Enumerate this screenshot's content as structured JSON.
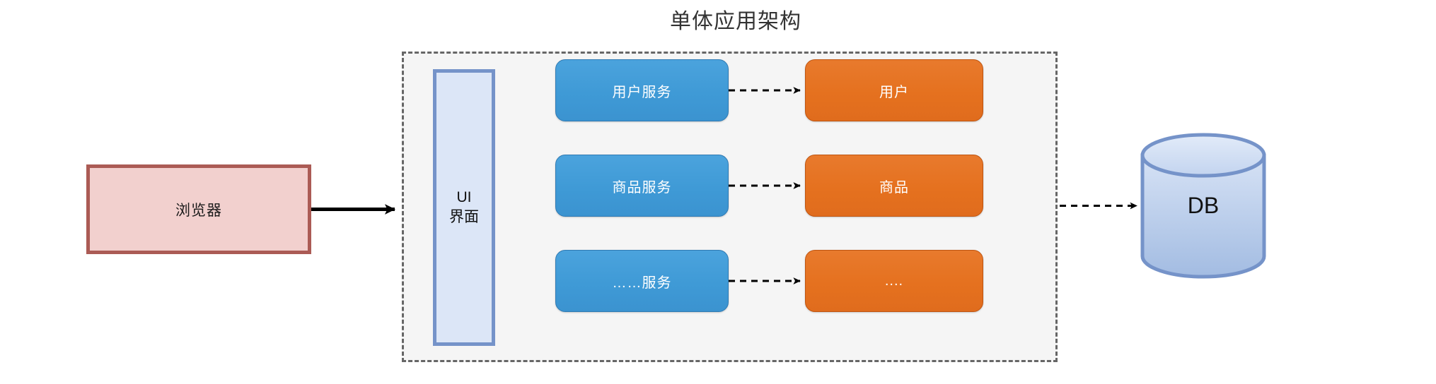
{
  "diagram": {
    "title": "单体应用架构",
    "background_color": "#ffffff"
  },
  "client": {
    "browser": {
      "label": "浏览器",
      "fill_color": "#f2d0ce",
      "border_color": "#ab5b55"
    }
  },
  "monolith": {
    "container": {
      "fill_color": "#f5f5f5",
      "border_color": "#666666",
      "border_style": "dashed"
    },
    "ui": {
      "line1": "UI",
      "line2": "界面",
      "fill_color": "#dce6f7",
      "border_color": "#7593c9"
    },
    "services": [
      {
        "label": "用户服务",
        "fill_color": "#3f9ad6"
      },
      {
        "label": "商品服务",
        "fill_color": "#3f9ad6"
      },
      {
        "label": "……服务",
        "fill_color": "#3f9ad6"
      }
    ],
    "entities": [
      {
        "label": "用户",
        "fill_color": "#e5711f"
      },
      {
        "label": "商品",
        "fill_color": "#e5711f"
      },
      {
        "label": "....",
        "fill_color": "#e5711f"
      }
    ]
  },
  "database": {
    "label": "DB",
    "fill_top_color": "#cfdcf2",
    "fill_bottom_color": "#a8c0e4",
    "border_color": "#7593c9"
  },
  "connectors": [
    {
      "name": "browser-to-monolith",
      "style": "solid",
      "arrow": "filled"
    },
    {
      "name": "user-service-to-user-entity",
      "style": "dashed",
      "arrow": "filled"
    },
    {
      "name": "product-service-to-product-entity",
      "style": "dashed",
      "arrow": "filled"
    },
    {
      "name": "other-service-to-other-entity",
      "style": "dashed",
      "arrow": "filled"
    },
    {
      "name": "monolith-to-database",
      "style": "dashed",
      "arrow": "filled"
    }
  ]
}
